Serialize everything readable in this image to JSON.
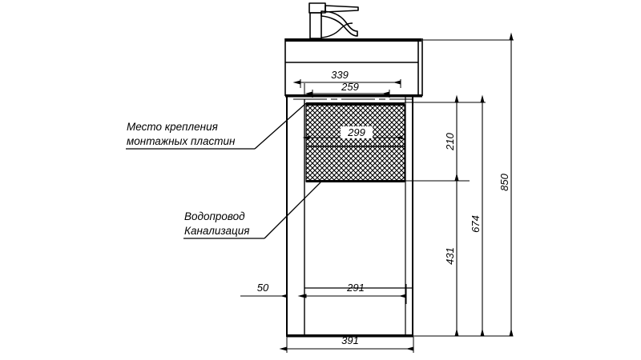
{
  "drawing": {
    "title": "Bathroom vanity cabinet with washbasin — dimensioned side elevation",
    "units": "mm",
    "line_color": "#000000",
    "background_color": "#ffffff"
  },
  "annotations": [
    {
      "id": "mounting-plates",
      "line1": "Место крепления",
      "line2": "монтажных пластин"
    },
    {
      "id": "plumbing",
      "line1": "Водопровод",
      "line2": "Канализация"
    }
  ],
  "dimensions": {
    "horizontal": [
      {
        "id": "dim-339",
        "value": "339"
      },
      {
        "id": "dim-259",
        "value": "259"
      },
      {
        "id": "dim-299",
        "value": "299"
      },
      {
        "id": "dim-50",
        "value": "50"
      },
      {
        "id": "dim-291",
        "value": "291"
      },
      {
        "id": "dim-391",
        "value": "391"
      }
    ],
    "vertical": [
      {
        "id": "dim-210",
        "value": "210"
      },
      {
        "id": "dim-431",
        "value": "431"
      },
      {
        "id": "dim-674",
        "value": "674"
      },
      {
        "id": "dim-850",
        "value": "850"
      }
    ]
  },
  "parts": [
    {
      "id": "faucet",
      "label": "faucet"
    },
    {
      "id": "countertop",
      "label": "washbasin-countertop"
    },
    {
      "id": "cabinet-body",
      "label": "cabinet-body"
    },
    {
      "id": "hatched-zone",
      "label": "plumbing-hatched-zone"
    }
  ]
}
